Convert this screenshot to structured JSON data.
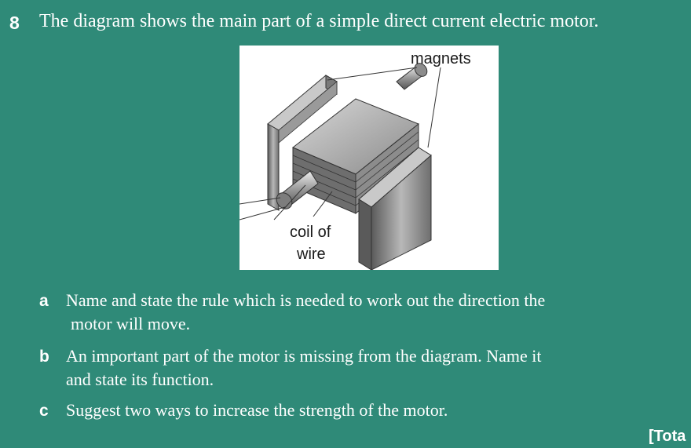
{
  "question": {
    "number": "8",
    "stem": "The diagram shows the main part of a simple direct current electric motor."
  },
  "figure": {
    "label_magnets": "magnets",
    "label_coil_line1": "coil of",
    "label_coil_line2": "wire"
  },
  "parts": [
    {
      "letter": "a",
      "line1": "Name and state the rule which is needed to work out the direction the",
      "line2": "motor will move."
    },
    {
      "letter": "b",
      "line1": "An important part of the motor is missing from the diagram. Name it",
      "line2": "and state its function."
    },
    {
      "letter": "c",
      "line1": "Suggest two ways to increase the strength of the motor."
    }
  ],
  "total_label": "[Tota"
}
